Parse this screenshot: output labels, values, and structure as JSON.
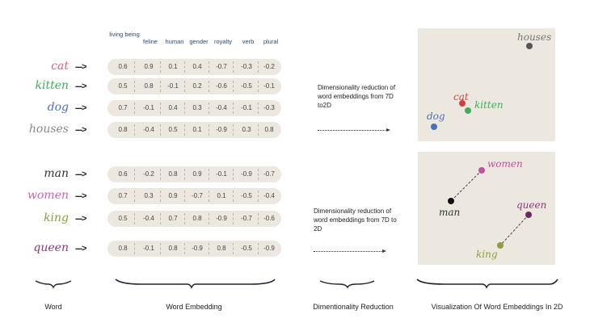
{
  "columns": [
    "living being",
    "feline",
    "human",
    "gender",
    "royalty",
    "verb",
    "plural"
  ],
  "group1": [
    {
      "word": "cat",
      "color": "#e0607a",
      "values": [
        "0.6",
        "0.9",
        "0.1",
        "0.4",
        "-0.7",
        "-0.3",
        "-0.2"
      ]
    },
    {
      "word": "kitten",
      "color": "#3fae5a",
      "values": [
        "0.5",
        "0.8",
        "-0.1",
        "0.2",
        "-0.6",
        "-0.5",
        "-0.1"
      ]
    },
    {
      "word": "dog",
      "color": "#4a6fc0",
      "values": [
        "0.7",
        "-0.1",
        "0.4",
        "0.3",
        "-0.4",
        "-0.1",
        "-0.3"
      ]
    },
    {
      "word": "houses",
      "color": "#888888",
      "values": [
        "0.8",
        "-0.4",
        "0.5",
        "0.1",
        "-0.9",
        "0.3",
        "0.8"
      ]
    }
  ],
  "group2": [
    {
      "word": "man",
      "color": "#333333",
      "values": [
        "0.6",
        "-0.2",
        "0.8",
        "0.9",
        "-0.1",
        "-0.9",
        "-0.7"
      ]
    },
    {
      "word": "women",
      "color": "#d060b0",
      "values": [
        "0.7",
        "0.3",
        "0.9",
        "-0.7",
        "0.1",
        "-0.5",
        "-0.4"
      ]
    },
    {
      "word": "king",
      "color": "#88a040",
      "values": [
        "0.5",
        "-0.4",
        "0.7",
        "0.8",
        "-0.9",
        "-0.7",
        "-0.6"
      ]
    },
    {
      "word": "queen",
      "color": "#8a3a80",
      "values": [
        "0.8",
        "-0.1",
        "0.8",
        "-0.9",
        "0.8",
        "-0.5",
        "-0.9"
      ]
    }
  ],
  "arrow_glyph": "--->",
  "reduction1": "Dimensionality reduction of word embeddings from 7D to2D",
  "reduction2": "Dimensionality reduction of word embeddings from 7D to 2D",
  "panel1_points": [
    {
      "label": "houses",
      "color": "#555555",
      "label_color": "#777777"
    },
    {
      "label": "cat",
      "color": "#d04040",
      "label_color": "#d04040"
    },
    {
      "label": "kitten",
      "color": "#3fae5a",
      "label_color": "#3fae5a"
    },
    {
      "label": "dog",
      "color": "#4a6fc0",
      "label_color": "#4a6fc0"
    }
  ],
  "panel2_points": [
    {
      "label": "women",
      "color": "#c050a0",
      "label_color": "#c050a0"
    },
    {
      "label": "man",
      "color": "#111111",
      "label_color": "#333333"
    },
    {
      "label": "queen",
      "color": "#6a2a60",
      "label_color": "#8a3a80"
    },
    {
      "label": "king",
      "color": "#88a040",
      "label_color": "#88a040"
    }
  ],
  "footer": {
    "word": "Word",
    "embedding": "Word Embedding",
    "reduction": "Dimentionality Reduction",
    "visualization": "Visualization Of Word Embeddings In 2D"
  }
}
